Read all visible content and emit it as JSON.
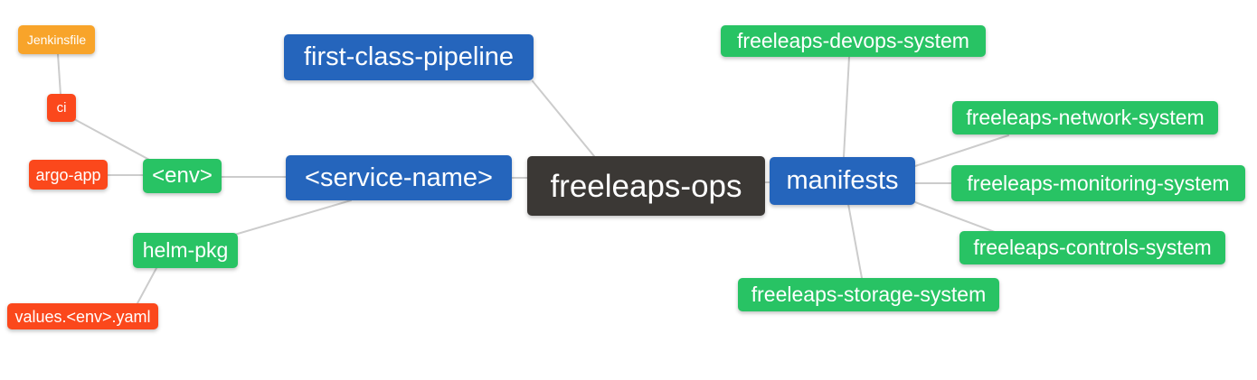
{
  "diagram": {
    "type": "mindmap",
    "background": "#ffffff",
    "edge_color": "#cccccc",
    "colors": {
      "blue": "#2565bc",
      "green": "#28c364",
      "orange": "#f8a42a",
      "red": "#fb481c",
      "dark": "#3b3835",
      "text": "#ffffff"
    }
  },
  "nodes": {
    "jenkinsfile": {
      "label": "Jenkinsfile",
      "color": "orange"
    },
    "ci": {
      "label": "ci",
      "color": "red"
    },
    "argo_app": {
      "label": "argo-app",
      "color": "red"
    },
    "env": {
      "label": "<env>",
      "color": "green"
    },
    "helm_pkg": {
      "label": "helm-pkg",
      "color": "green"
    },
    "values_env_yaml": {
      "label": "values.<env>.yaml",
      "color": "red"
    },
    "first_class_pipeline": {
      "label": "first-class-pipeline",
      "color": "blue"
    },
    "service_name": {
      "label": "<service-name>",
      "color": "blue"
    },
    "freeleaps_ops": {
      "label": "freeleaps-ops",
      "color": "dark"
    },
    "manifests": {
      "label": "manifests",
      "color": "blue"
    },
    "devops_system": {
      "label": "freeleaps-devops-system",
      "color": "green"
    },
    "network_system": {
      "label": "freeleaps-network-system",
      "color": "green"
    },
    "monitoring_system": {
      "label": "freeleaps-monitoring-system",
      "color": "green"
    },
    "controls_system": {
      "label": "freeleaps-controls-system",
      "color": "green"
    },
    "storage_system": {
      "label": "freeleaps-storage-system",
      "color": "green"
    }
  },
  "edges": [
    [
      "jenkinsfile",
      "ci"
    ],
    [
      "ci",
      "env"
    ],
    [
      "argo_app",
      "env"
    ],
    [
      "env",
      "service_name"
    ],
    [
      "service_name",
      "helm_pkg"
    ],
    [
      "helm_pkg",
      "values_env_yaml"
    ],
    [
      "service_name",
      "freeleaps_ops"
    ],
    [
      "first_class_pipeline",
      "freeleaps_ops"
    ],
    [
      "freeleaps_ops",
      "manifests"
    ],
    [
      "manifests",
      "devops_system"
    ],
    [
      "manifests",
      "network_system"
    ],
    [
      "manifests",
      "monitoring_system"
    ],
    [
      "manifests",
      "controls_system"
    ],
    [
      "manifests",
      "storage_system"
    ]
  ]
}
